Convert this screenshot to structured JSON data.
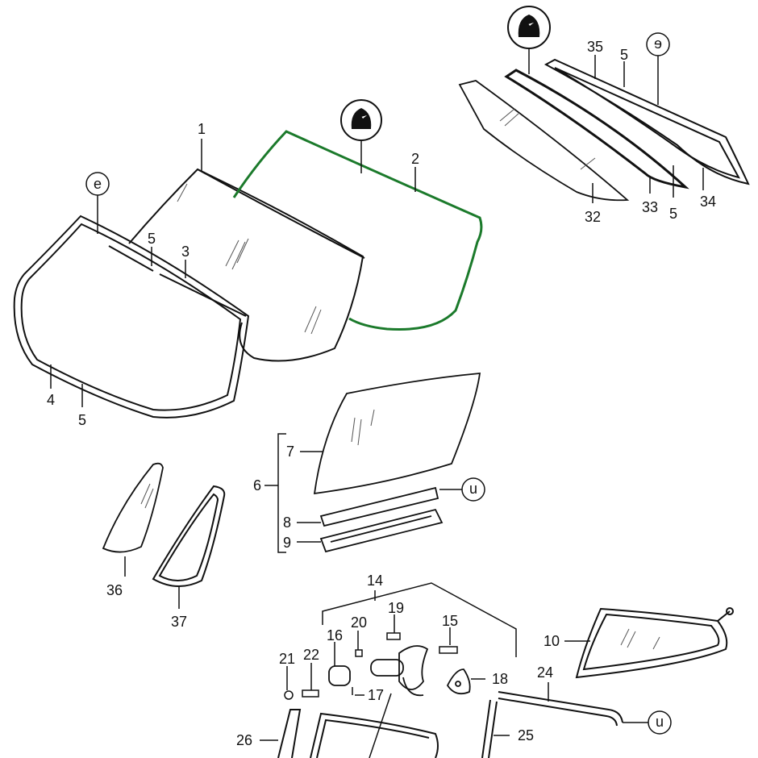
{
  "callouts": {
    "n1": "1",
    "n2": "2",
    "n3": "3",
    "n4": "4",
    "n5a": "5",
    "n5b": "5",
    "n5c": "5",
    "n5d": "5",
    "n6": "6",
    "n7": "7",
    "n8": "8",
    "n9": "9",
    "n10": "10",
    "n14": "14",
    "n15": "15",
    "n16": "16",
    "n17": "17",
    "n18": "18",
    "n19": "19",
    "n20": "20",
    "n21": "21",
    "n22": "22",
    "n24": "24",
    "n25": "25",
    "n26": "26",
    "n32": "32",
    "n33": "33",
    "n34": "34",
    "n35": "35",
    "n36": "36",
    "n37": "37"
  },
  "colors": {
    "line": "#111111",
    "highlight": "#1b7a2b",
    "glass_hatch": "#555555"
  },
  "icons": {
    "windshield_badge": "car-badge-icon",
    "rear_badge": "car-badge-icon",
    "circle_markers": [
      "e-circle-marker",
      "d-circle-marker",
      "u-circle-marker"
    ]
  }
}
